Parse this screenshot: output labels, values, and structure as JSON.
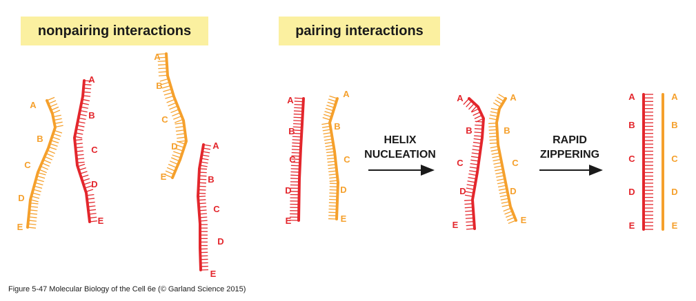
{
  "headers": {
    "nonpairing": "nonpairing interactions",
    "pairing": "pairing interactions"
  },
  "arrows": {
    "nucleation": [
      "HELIX",
      "NUCLEATION"
    ],
    "zippering": [
      "RAPID",
      "ZIPPERING"
    ]
  },
  "strand_labels": [
    "A",
    "B",
    "C",
    "D",
    "E"
  ],
  "colors": {
    "red_strand": "#e3262c",
    "orange_strand": "#f5a02c",
    "header_bg": "#fbf0a0"
  },
  "caption": "Figure 5-47  Molecular Biology of the Cell 6e (© Garland Science 2015)"
}
